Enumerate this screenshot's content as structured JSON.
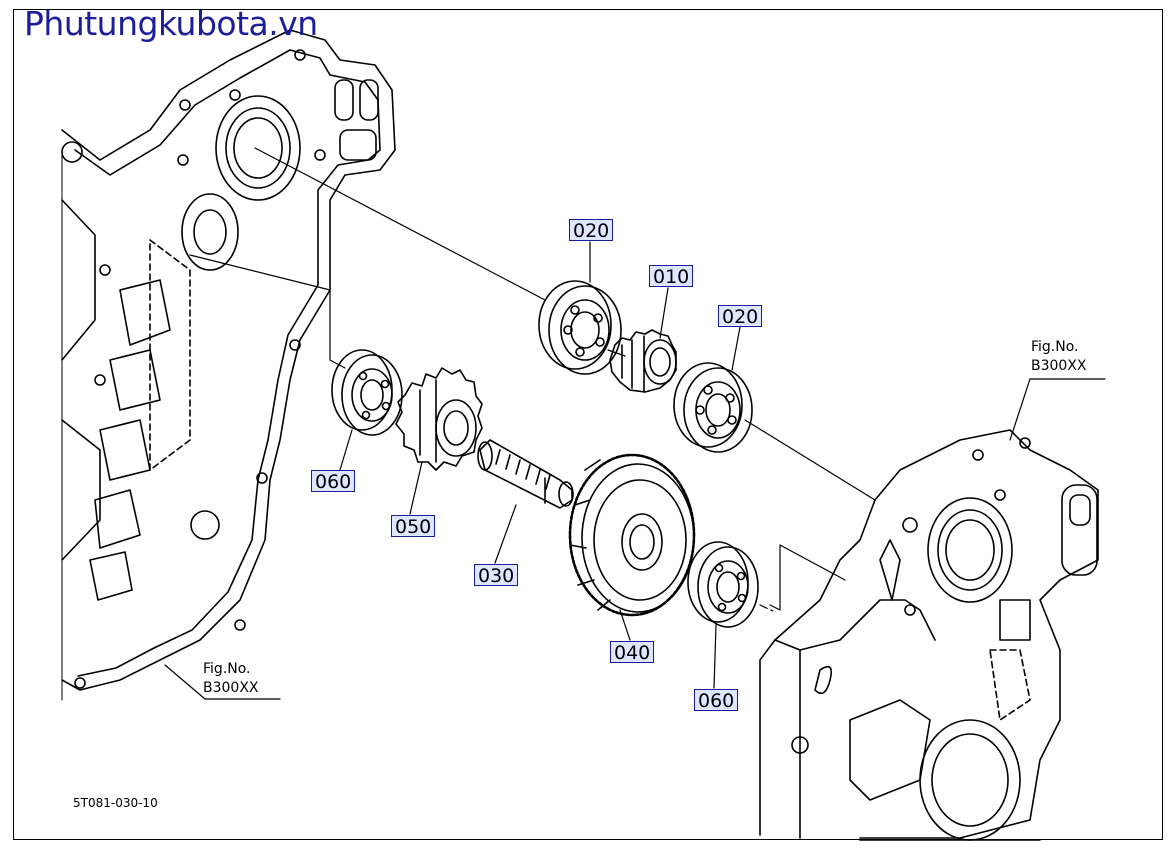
{
  "brand": {
    "text": "Phutungkubota.vn",
    "color": "#1d1d9c"
  },
  "callouts": [
    {
      "id": "c020a",
      "label": "020"
    },
    {
      "id": "c010",
      "label": "010"
    },
    {
      "id": "c020b",
      "label": "020"
    },
    {
      "id": "c060a",
      "label": "060"
    },
    {
      "id": "c050",
      "label": "050"
    },
    {
      "id": "c030",
      "label": "030"
    },
    {
      "id": "c040",
      "label": "040"
    },
    {
      "id": "c060b",
      "label": "060"
    }
  ],
  "figure_refs": [
    {
      "id": "right",
      "line1": "Fig.No.",
      "line2": "B300XX"
    },
    {
      "id": "left",
      "line1": "Fig.No.",
      "line2": "B300XX"
    }
  ],
  "drawing_code": "5T081-030-10",
  "colors": {
    "callout_fill": "#dfe6ff",
    "callout_border": "#1d1d9c",
    "line": "#000000"
  }
}
